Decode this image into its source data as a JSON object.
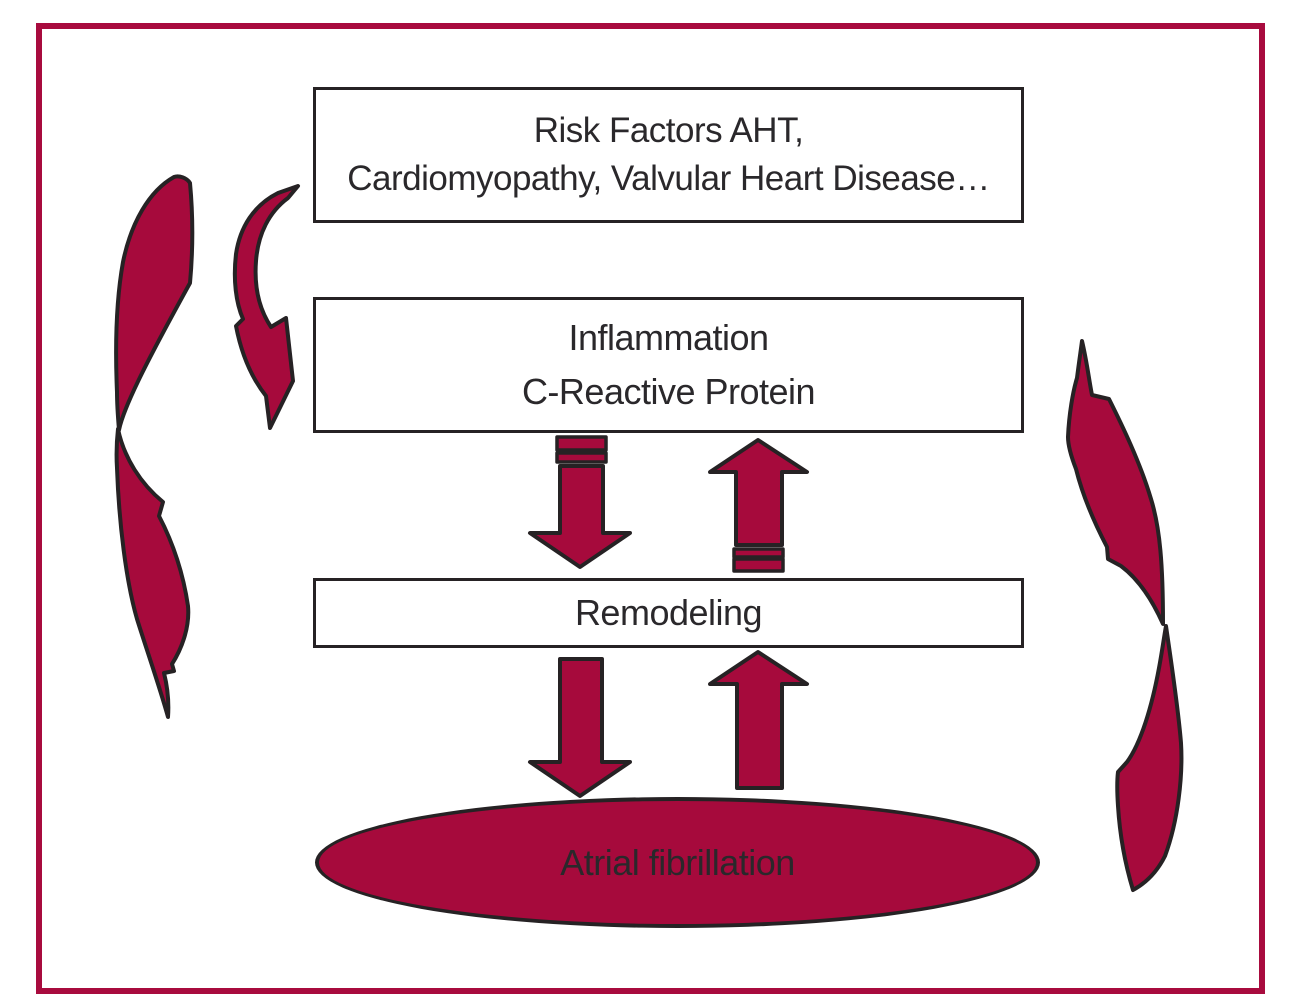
{
  "colors": {
    "accent": "#A60A3C",
    "outline": "#262224",
    "text": "#2A282B",
    "frame": "#A80B3E",
    "background": "#FFFFFF"
  },
  "boxes": {
    "risk_factors": {
      "line1": "Risk Factors AHT,",
      "line2": "Cardiomyopathy, Valvular Heart Disease…"
    },
    "inflammation": {
      "line1": "Inflammation",
      "line2": "C-Reactive Protein"
    },
    "remodeling": {
      "label": "Remodeling"
    },
    "atrial_fibrillation": {
      "label": "Atrial fibrillation"
    }
  },
  "arrows": {
    "inflammation_to_remodeling": "segmented-down-block-arrow",
    "remodeling_to_inflammation": "segmented-up-block-arrow",
    "remodeling_to_atrial_fibrillation": "down-block-arrow",
    "atrial_fibrillation_to_remodeling": "up-block-arrow",
    "left_outer_loop": "large-curved-arrow-down",
    "left_inner_feedback": "small-curved-arrow-into-inflammation",
    "right_feedback_loop": "large-curved-arrow-up"
  }
}
